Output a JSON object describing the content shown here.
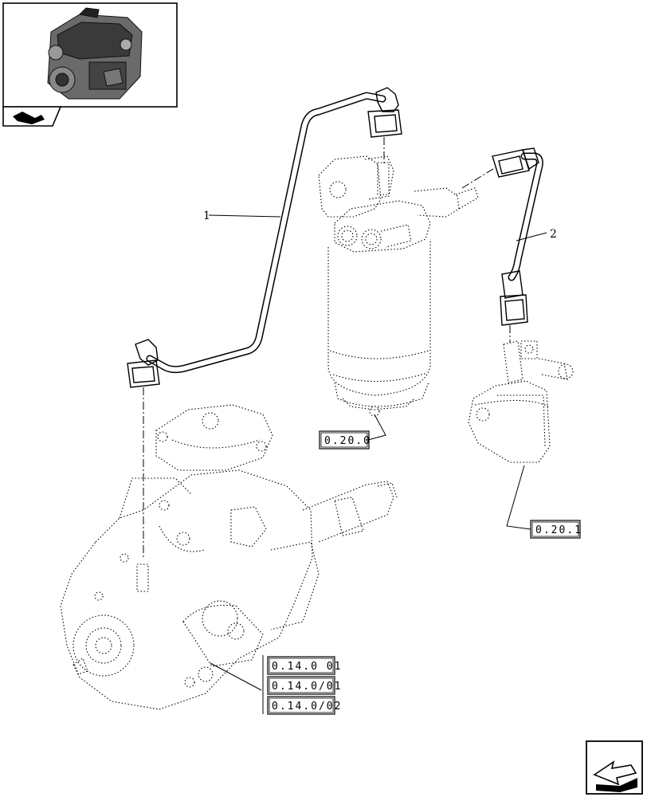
{
  "callouts": {
    "item_1": "1",
    "item_2": "2"
  },
  "references": {
    "fuel_filter": "0.20.0",
    "feed_pump": "0.20.1",
    "injection_pump_a": "0.14.0 01",
    "injection_pump_b": "0.14.0/01",
    "injection_pump_c": "0.14.0/02"
  },
  "icons": {
    "thumbnail": "engine-thumbnail",
    "thumbnail_tag": "hand-book-icon",
    "nav": "next-page-arrow-icon"
  }
}
